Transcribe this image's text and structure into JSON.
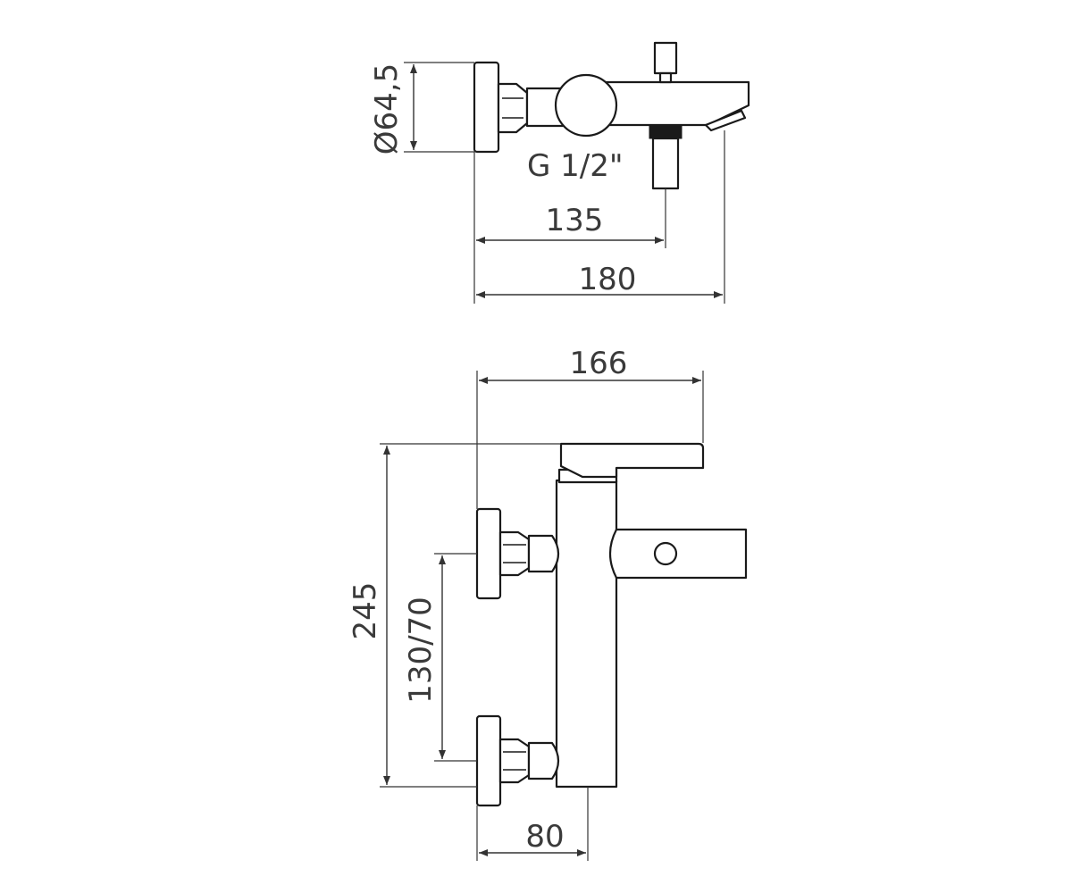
{
  "top_view": {
    "diameter_label": "Ø64,5",
    "thread_label": "G 1/2\"",
    "dim_inner": "135",
    "dim_outer": "180"
  },
  "front_view": {
    "dim_width": "166",
    "dim_height": "245",
    "dim_inlet_spacing": "130/70",
    "dim_depth": "80"
  },
  "colors": {
    "line": "#1a1a1a",
    "dimension": "#333333",
    "text": "#3a3a3a",
    "background": "#ffffff"
  }
}
